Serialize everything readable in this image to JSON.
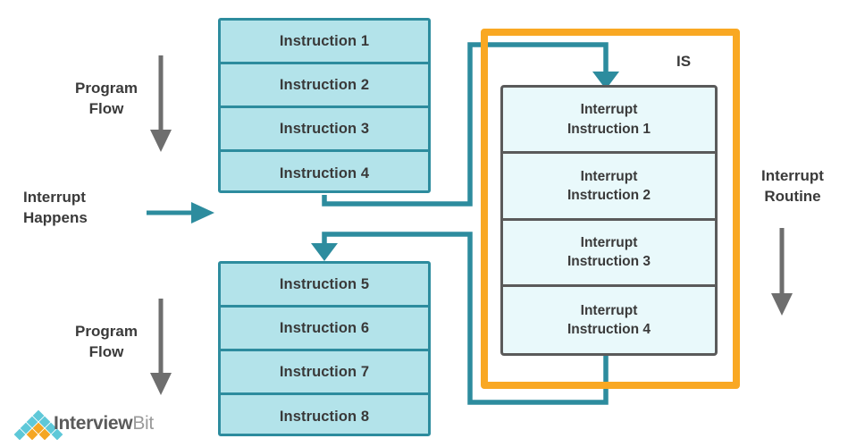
{
  "diagram": {
    "title": "Interrupt handling program flow diagram",
    "colors": {
      "instruction_fill": "#b3e3ea",
      "instruction_border": "#2d8c9e",
      "interrupt_fill": "#e9f9fb",
      "interrupt_border": "#5a5a5a",
      "routine_border": "#f9a823",
      "wire_teal": "#2d8c9e",
      "arrow_gray": "#6e6e6e",
      "text": "#3a3a3a"
    }
  },
  "stacks": {
    "top": {
      "name": "main-program-part-1",
      "rows": [
        {
          "label": "Instruction 1"
        },
        {
          "label": "Instruction 2"
        },
        {
          "label": "Instruction 3"
        },
        {
          "label": "Instruction 4"
        }
      ]
    },
    "bottom": {
      "name": "main-program-part-2",
      "rows": [
        {
          "label": "Instruction 5"
        },
        {
          "label": "Instruction 6"
        },
        {
          "label": "Instruction 7"
        },
        {
          "label": "Instruction 8"
        }
      ]
    }
  },
  "interrupt_service": {
    "label": "IS",
    "rows": [
      {
        "line1": "Interrupt",
        "line2": "Instruction 1"
      },
      {
        "line1": "Interrupt",
        "line2": "Instruction 2"
      },
      {
        "line1": "Interrupt",
        "line2": "Instruction 3"
      },
      {
        "line1": "Interrupt",
        "line2": "Instruction 4"
      }
    ]
  },
  "captions": {
    "program_flow_1": {
      "line1": "Program",
      "line2": "Flow"
    },
    "interrupt_happens": {
      "line1": "Interrupt",
      "line2": "Happens"
    },
    "program_flow_2": {
      "line1": "Program",
      "line2": "Flow"
    },
    "interrupt_routine": {
      "line1": "Interrupt",
      "line2": "Routine"
    }
  },
  "logo": {
    "text_primary": "Interview",
    "text_secondary": "Bit",
    "diamond_colors": [
      "#5ec8d8",
      "#f5a623"
    ]
  }
}
